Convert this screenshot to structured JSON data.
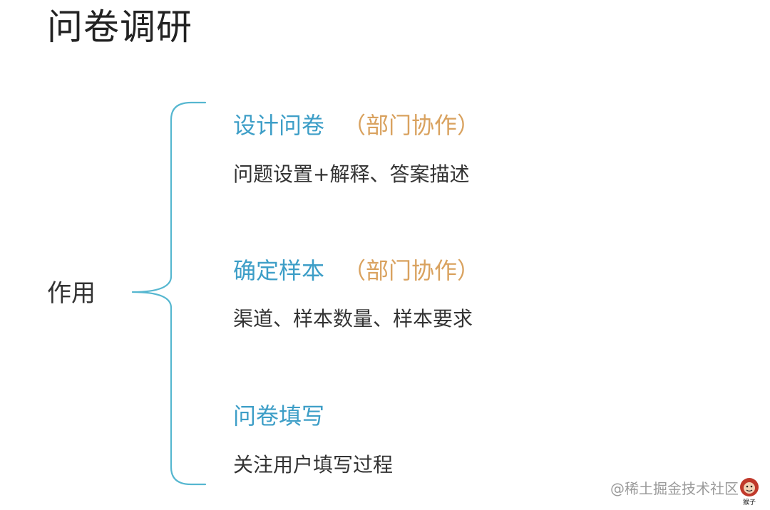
{
  "title": "问卷调研",
  "root": "作用",
  "branches": [
    {
      "heading": "设计问卷",
      "note": "（部门协作）",
      "desc": "问题设置+解释、答案描述"
    },
    {
      "heading": "确定样本",
      "note": "（部门协作）",
      "desc": "渠道、样本数量、样本要求"
    },
    {
      "heading": "问卷填写",
      "note": "",
      "desc": "关注用户填写过程"
    }
  ],
  "watermark": "@稀土掘金技术社区",
  "badge_text": "猴子",
  "colors": {
    "brace": "#56b7d0",
    "heading": "#3d9ec7",
    "note": "#d9a25f",
    "text": "#333333"
  }
}
